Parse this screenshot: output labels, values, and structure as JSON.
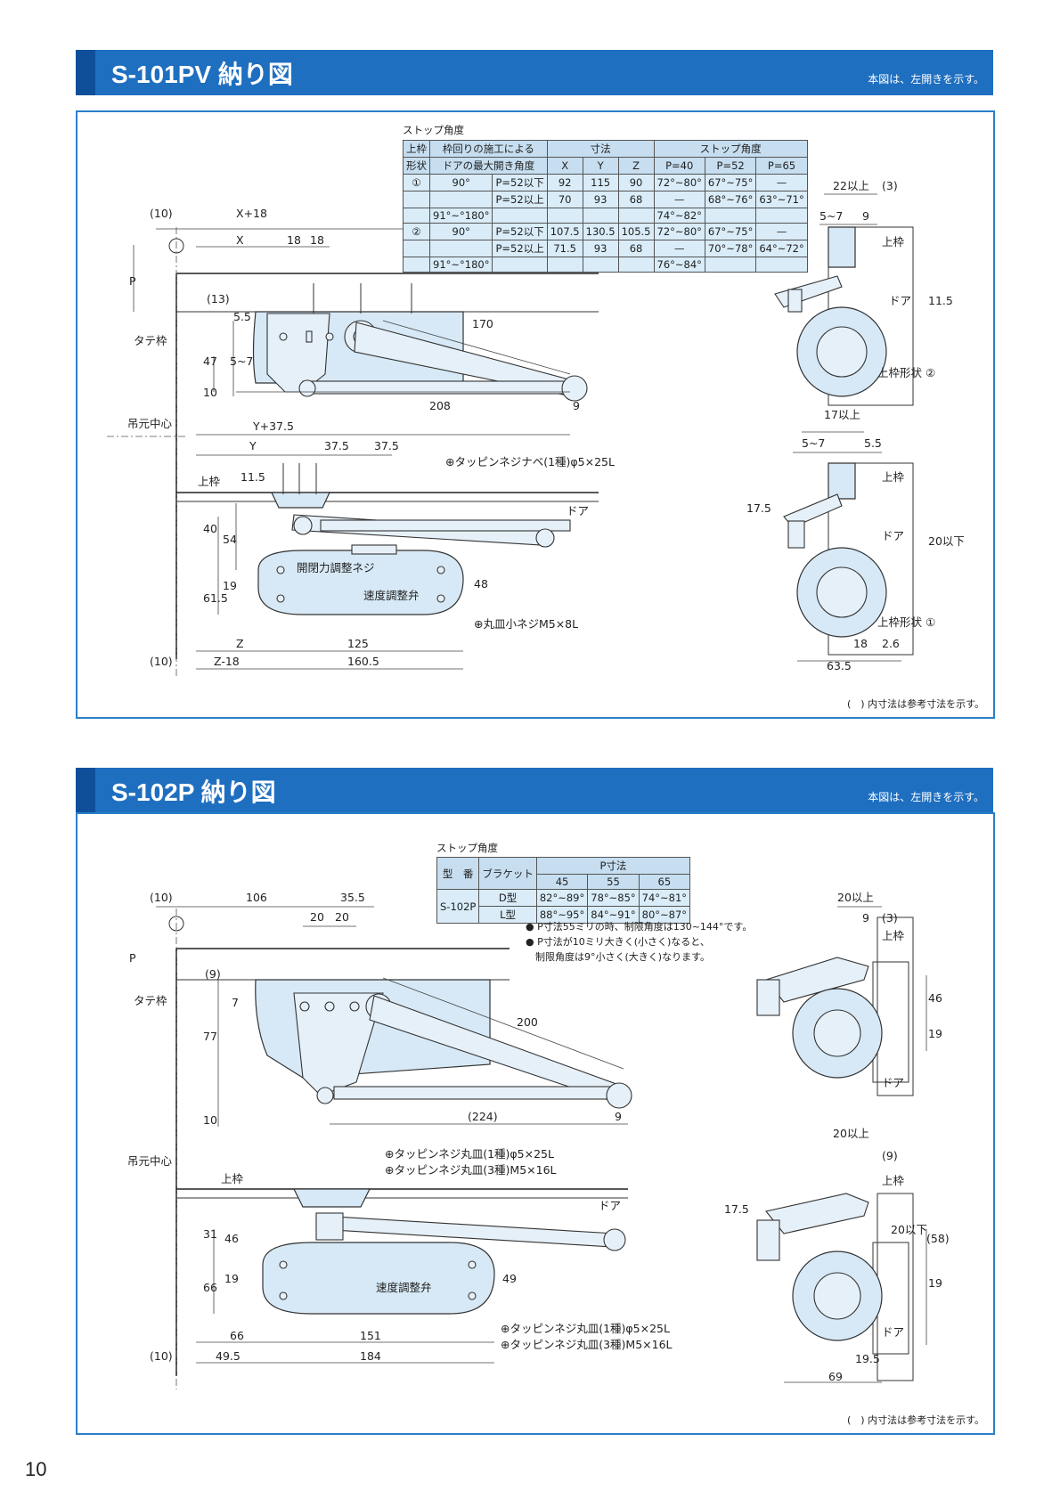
{
  "sections": [
    {
      "title": "S-101PV 納り図",
      "note": "本図は、左開きを示す。",
      "ref_note": "(　) 内寸法は参考寸法を示す。"
    },
    {
      "title": "S-102P 納り図",
      "note": "本図は、左開きを示す。",
      "ref_note": "(　) 内寸法は参考寸法を示す。"
    }
  ],
  "table1": {
    "caption": "ストップ角度",
    "h1": [
      "上枠",
      "枠回りの施工による",
      "寸法",
      "ストップ角度"
    ],
    "h2": [
      "形状",
      "ドアの最大開き角度",
      "X",
      "Y",
      "Z",
      "P=40",
      "P=52",
      "P=65"
    ],
    "rows": [
      [
        "①",
        "90°",
        "P=52以下",
        "92",
        "115",
        "90",
        "72°~80°",
        "67°~75°",
        "—"
      ],
      [
        "",
        "",
        "P=52以上",
        "70",
        "93",
        "68",
        "—",
        "68°~76°",
        "63°~71°"
      ],
      [
        "",
        "91°~°180°",
        "",
        "",
        "",
        "",
        "74°~82°",
        "",
        ""
      ],
      [
        "②",
        "90°",
        "P=52以下",
        "107.5",
        "130.5",
        "105.5",
        "72°~80°",
        "67°~75°",
        "—"
      ],
      [
        "",
        "",
        "P=52以上",
        "71.5",
        "93",
        "68",
        "—",
        "70°~78°",
        "64°~72°"
      ],
      [
        "",
        "91°~°180°",
        "",
        "",
        "",
        "",
        "76°~84°",
        "",
        ""
      ]
    ]
  },
  "table2": {
    "caption": "ストップ角度",
    "h1": [
      "型　番",
      "ブラケット",
      "P寸法"
    ],
    "h2": [
      "45",
      "55",
      "65"
    ],
    "model": "S-102P",
    "rows": [
      [
        "D型",
        "82°~89°",
        "78°~85°",
        "74°~81°"
      ],
      [
        "L型",
        "88°~95°",
        "84°~91°",
        "80°~87°"
      ]
    ]
  },
  "bullets": [
    "● P寸法55ミリの時、制限角度は130~144°です。",
    "● P寸法が10ミリ大きく(小さく)なると、",
    "　制限角度は9°小さく(大きく)なります。"
  ],
  "labels1": {
    "l10a": "(10)",
    "x18": "X+18",
    "x": "X",
    "d18a": "18",
    "d18b": "18",
    "p": "P",
    "d13": "(13)",
    "d55": "5.5",
    "tate": "タテ枠",
    "d57": "5~7",
    "d47": "47",
    "d10": "10",
    "d170": "170",
    "d208": "208",
    "d9": "9",
    "tsuri": "吊元中心",
    "y375": "Y+37.5",
    "y": "Y",
    "d375a": "37.5",
    "d375b": "37.5",
    "screw": "⊕タッピンネジナベ(1種)φ5×25L",
    "uwaku": "上枠",
    "d115": "11.5",
    "door": "ドア",
    "d40": "40",
    "d54": "54",
    "kaihei": "開閉力調整ネジ",
    "d19": "19",
    "d615": "61.5",
    "sokudo": "速度調整弁",
    "d48": "48",
    "maru": "⊕丸皿小ネジM5×8L",
    "z": "Z",
    "d125": "125",
    "l10b": "(10)",
    "z18": "Z-18",
    "d1605": "160.5",
    "r22": "22以上",
    "r3": "(3)",
    "r57": "5~7",
    "r9": "9",
    "ruwaku": "上枠",
    "rdoor": "ドア",
    "r115": "11.5",
    "rshape2": "上枠形状 ②",
    "r17": "17以上",
    "r57b": "5~7",
    "r55": "5.5",
    "ruwaku2": "上枠",
    "r175": "17.5",
    "rdoor2": "ドア",
    "r20": "20以下",
    "rshape1": "上枠形状 ①",
    "r18": "18",
    "r26": "2.6",
    "r635": "63.5"
  },
  "labels2": {
    "l10a": "(10)",
    "d106": "106",
    "d355": "35.5",
    "d20a": "20",
    "d20b": "20",
    "p": "P",
    "d9": "(9)",
    "tate": "タテ枠",
    "d7": "7",
    "d77": "77",
    "d10": "10",
    "d200": "200",
    "d224": "(224)",
    "d9b": "9",
    "tsuri": "吊元中心",
    "screw1": "⊕タッピンネジ丸皿(1種)φ5×25L",
    "screw2": "⊕タッピンネジ丸皿(3種)M5×16L",
    "uwaku": "上枠",
    "door": "ドア",
    "d31": "31",
    "d46": "46",
    "d19": "19",
    "d66": "66",
    "sokudo": "速度調整弁",
    "d49": "49",
    "screw3": "⊕タッピンネジ丸皿(1種)φ5×25L",
    "screw4": "⊕タッピンネジ丸皿(3種)M5×16L",
    "d66b": "66",
    "d151": "151",
    "l10b": "(10)",
    "d495": "49.5",
    "d184": "184",
    "r20": "20以上",
    "r9": "9",
    "r3": "(3)",
    "ruwaku": "上枠",
    "r46": "46",
    "r19": "19",
    "rdoor": "ドア",
    "r20b": "20以上",
    "r9b": "(9)",
    "ruwaku2": "上枠",
    "r175": "17.5",
    "r20c": "20以下",
    "r58": "(58)",
    "r19b": "19",
    "rdoor2": "ドア",
    "r195": "19.5",
    "r69": "69"
  },
  "page_number": "10"
}
